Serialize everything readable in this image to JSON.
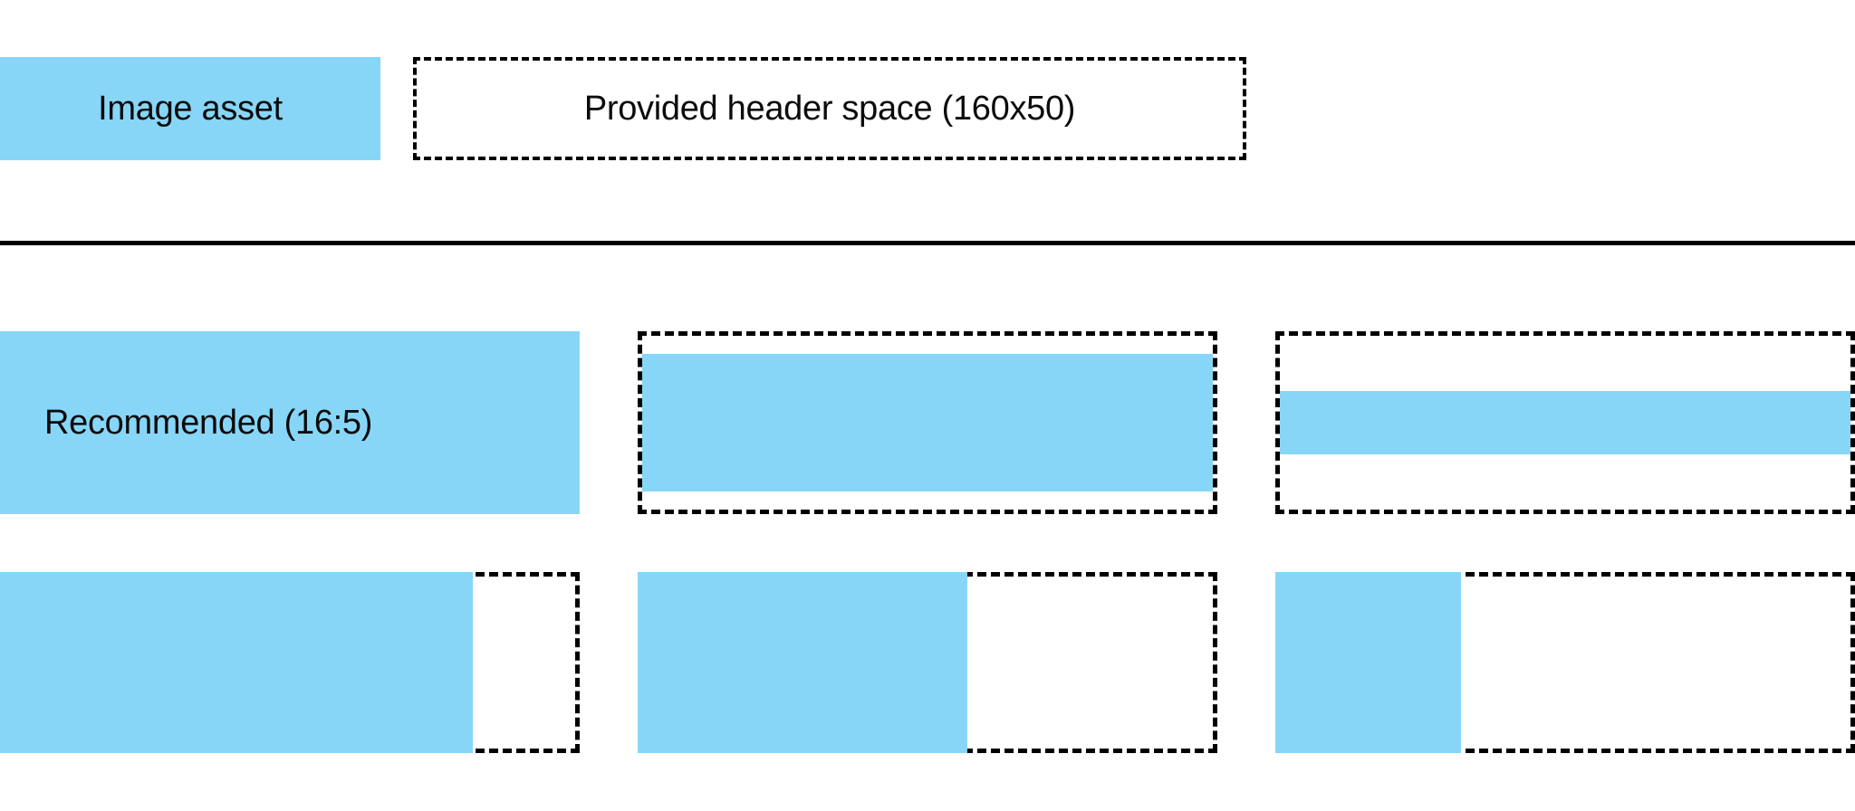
{
  "page": {
    "background_color": "#ffffff",
    "accent_color": "#87d6f7",
    "outline_color": "#000000"
  },
  "legend": {
    "swatch_label": "Image asset",
    "outline_label": "Provided header space (160x50)"
  },
  "divider": {
    "visible": true
  },
  "spec_rows": [
    {
      "row_name": "aspect-ratio-row",
      "cells": [
        {
          "label": "Recommended (16:5)",
          "fill_mode": "full-bleed"
        },
        {
          "label": "",
          "fill_mode": "inset-vertical-small"
        },
        {
          "label": "",
          "fill_mode": "inset-vertical-large"
        }
      ]
    },
    {
      "row_name": "width-fill-row",
      "cells": [
        {
          "label": "",
          "fill_mode": "partial-width-wide"
        },
        {
          "label": "",
          "fill_mode": "partial-width-medium"
        },
        {
          "label": "",
          "fill_mode": "partial-width-narrow"
        }
      ]
    }
  ]
}
